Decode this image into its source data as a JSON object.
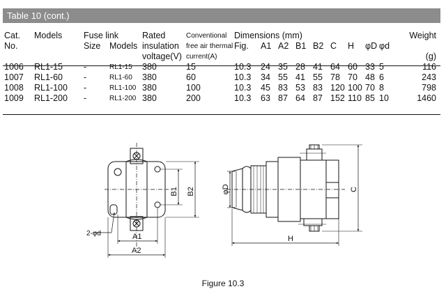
{
  "title": "Table 10 (cont.)",
  "headers": {
    "cat_line1": "Cat.",
    "cat_line2": "No.",
    "models": "Models",
    "fuse_link": "Fuse link",
    "size": "Size",
    "fuse_models": "Models",
    "rated_line1": "Rated",
    "rated_line2": "insulation",
    "rated_line3": "voltage(V)",
    "current_line1": "Conventional",
    "current_line2": "free air thermal",
    "current_line3": "current(A)",
    "dimensions": "Dimensions (mm)",
    "dim_cols": [
      "Fig.",
      "A1",
      "A2",
      "B1",
      "B2",
      "C",
      "H",
      "φD",
      "φd"
    ],
    "weight_line1": "Weight",
    "weight_line2": "(g)"
  },
  "rows": [
    {
      "cat": "1006",
      "model": "RL1-15",
      "size": "-",
      "fuse_model": "RL1-15",
      "voltage": "380",
      "current": "15",
      "fig": "10.3",
      "a1": "24",
      "a2": "35",
      "b1": "28",
      "b2": "41",
      "c": "64",
      "h": "60",
      "phiD": "33",
      "phid": "5",
      "weight": "116"
    },
    {
      "cat": "1007",
      "model": "RL1-60",
      "size": "-",
      "fuse_model": "RL1-60",
      "voltage": "380",
      "current": "60",
      "fig": "10.3",
      "a1": "34",
      "a2": "55",
      "b1": "41",
      "b2": "55",
      "c": "78",
      "h": "70",
      "phiD": "48",
      "phid": "6",
      "weight": "243"
    },
    {
      "cat": "1008",
      "model": "RL1-100",
      "size": "-",
      "fuse_model": "RL1-100",
      "voltage": "380",
      "current": "100",
      "fig": "10.3",
      "a1": "45",
      "a2": "83",
      "b1": "53",
      "b2": "83",
      "c": "120",
      "h": "100",
      "phiD": "70",
      "phid": "8",
      "weight": "798"
    },
    {
      "cat": "1009",
      "model": "RL1-200",
      "size": "-",
      "fuse_model": "RL1-200",
      "voltage": "380",
      "current": "200",
      "fig": "10.3",
      "a1": "63",
      "a2": "87",
      "b1": "64",
      "b2": "87",
      "c": "152",
      "h": "110",
      "phiD": "85",
      "phid": "10",
      "weight": "1460"
    }
  ],
  "figure_labels": {
    "a1": "A1",
    "a2": "A2",
    "b1": "B1",
    "b2": "B2",
    "hole": "2-φd",
    "phiD": "φD",
    "h": "H",
    "c": "C"
  },
  "caption": "Figure 10.3"
}
